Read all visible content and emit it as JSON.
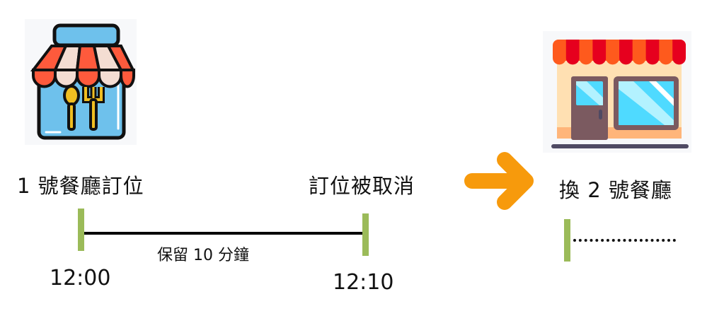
{
  "restaurant1": {
    "icon": "restaurant-store-icon",
    "label": "1 號餐廳訂位",
    "start_time": "12:00",
    "end_label": "訂位被取消",
    "end_time": "12:10",
    "duration_label": "保留 10 分鐘"
  },
  "transition": {
    "icon": "right-arrow-icon",
    "color": "#f79a0c"
  },
  "restaurant2": {
    "icon": "storefront-icon",
    "label": "換 2 號餐廳"
  },
  "colors": {
    "tick": "#9bbb59",
    "timeline": "#000000",
    "awning_red": "#fe5a3c",
    "awning_cream": "#f4ddd2",
    "shop_blue": "#6ec1ec",
    "utensil": "#f0be21"
  }
}
